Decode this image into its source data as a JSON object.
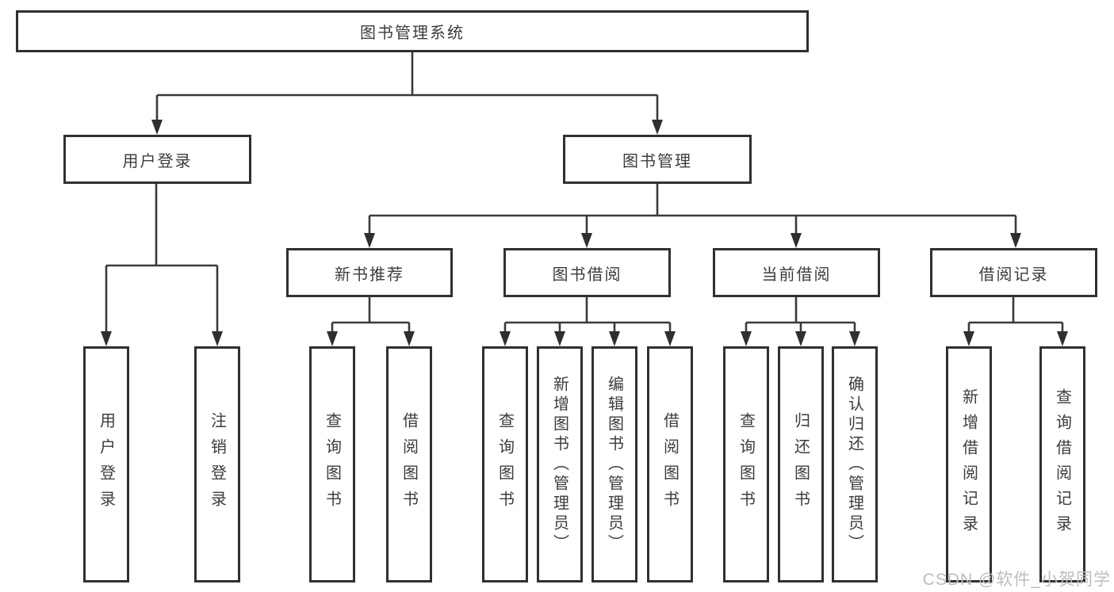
{
  "tree": {
    "root": {
      "label": "图书管理系统",
      "children": [
        {
          "label": "用户登录",
          "children": [
            {
              "label": "用户登录"
            },
            {
              "label": "注销登录"
            }
          ]
        },
        {
          "label": "图书管理",
          "children": [
            {
              "label": "新书推荐",
              "children": [
                {
                  "label": "查询图书"
                },
                {
                  "label": "借阅图书"
                }
              ]
            },
            {
              "label": "图书借阅",
              "children": [
                {
                  "label": "查询图书"
                },
                {
                  "label": "新增图书（管理员）"
                },
                {
                  "label": "编辑图书（管理员）"
                },
                {
                  "label": "借阅图书"
                }
              ]
            },
            {
              "label": "当前借阅",
              "children": [
                {
                  "label": "查询图书"
                },
                {
                  "label": "归还图书"
                },
                {
                  "label": "确认归还（管理员）"
                }
              ]
            },
            {
              "label": "借阅记录",
              "children": [
                {
                  "label": "新增借阅记录"
                },
                {
                  "label": "查询借阅记录"
                }
              ]
            }
          ]
        }
      ]
    }
  },
  "watermark": "CSDN @软件_小贺同学",
  "colors": {
    "line": "#3a3a3a",
    "border": "#303030",
    "text": "#3c3c3c",
    "watermark": "#b9bdc2",
    "background": "#ffffff"
  }
}
